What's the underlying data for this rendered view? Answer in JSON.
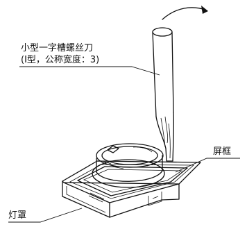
{
  "labels": {
    "screwdriver_line1": "小型一字槽螺丝刀",
    "screwdriver_line2": "(I型，公称宽度：3)",
    "frame": "屏框",
    "lamp_cover": "灯罩"
  }
}
